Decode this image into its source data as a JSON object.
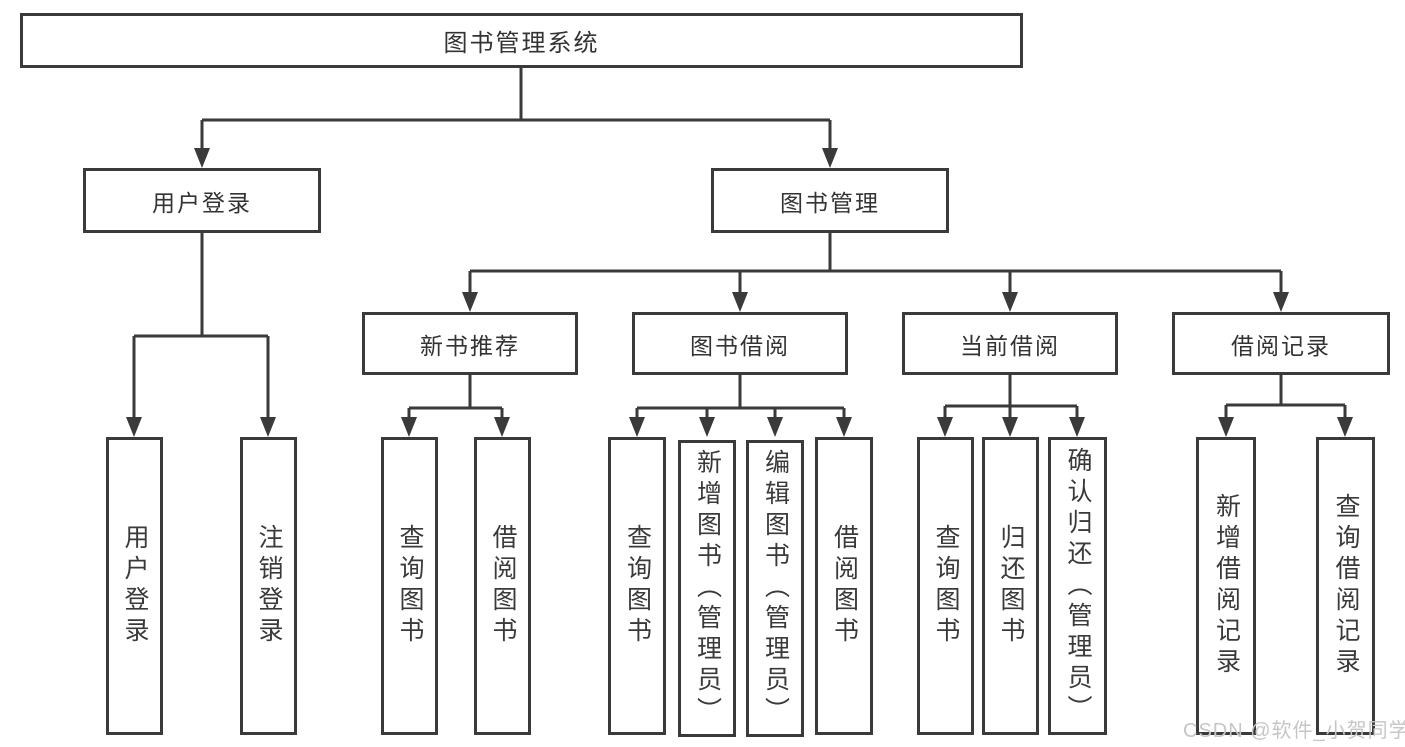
{
  "diagram_type": "hierarchy-tree",
  "colors": {
    "line": "#3a3a3a",
    "border": "#3a3a3a",
    "text": "#333333",
    "watermark": "#c6c6c6",
    "background": "#ffffff"
  },
  "tree": {
    "label": "图书管理系统",
    "children": [
      {
        "label": "用户登录",
        "children": [
          {
            "label": "用户登录"
          },
          {
            "label": "注销登录"
          }
        ]
      },
      {
        "label": "图书管理",
        "children": [
          {
            "label": "新书推荐",
            "children": [
              {
                "label": "查询图书"
              },
              {
                "label": "借阅图书"
              }
            ]
          },
          {
            "label": "图书借阅",
            "children": [
              {
                "label": "查询图书"
              },
              {
                "label": "新增图书（管理员）"
              },
              {
                "label": "编辑图书（管理员）"
              },
              {
                "label": "借阅图书"
              }
            ]
          },
          {
            "label": "当前借阅",
            "children": [
              {
                "label": "查询图书"
              },
              {
                "label": "归还图书"
              },
              {
                "label": "确认归还（管理员）"
              }
            ]
          },
          {
            "label": "借阅记录",
            "children": [
              {
                "label": "新增借阅记录"
              },
              {
                "label": "查询借阅记录"
              }
            ]
          }
        ]
      }
    ]
  },
  "watermark": "CSDN @软件_小贺同学"
}
